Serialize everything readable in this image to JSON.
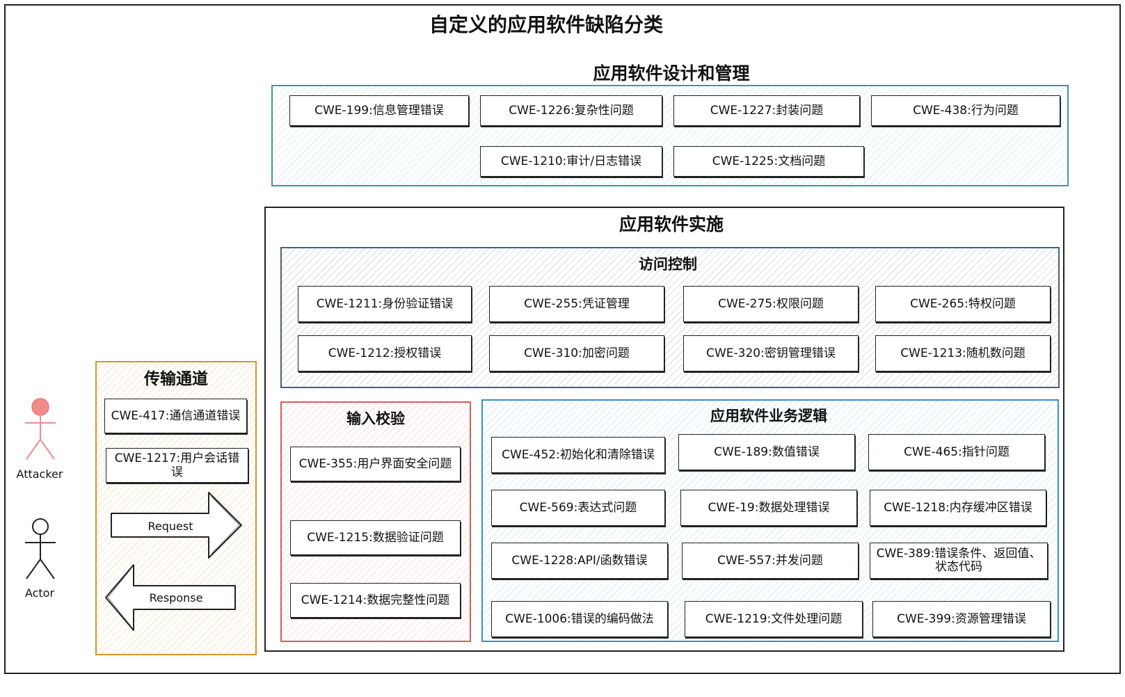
{
  "title": "自定义的应用软件缺陷分类",
  "design": {
    "title": "应用软件设计和管理",
    "items": [
      "CWE-199:信息管理错误",
      "CWE-1226:复杂性问题",
      "CWE-1227:封装问题",
      "CWE-438:行为问题",
      "CWE-1210:审计/日志错误",
      "CWE-1225:文档问题"
    ]
  },
  "impl": {
    "title": "应用软件实施",
    "access": {
      "title": "访问控制",
      "items": [
        "CWE-1211:身份验证错误",
        "CWE-255:凭证管理",
        "CWE-275:权限问题",
        "CWE-265:特权问题",
        "CWE-1212:授权错误",
        "CWE-310:加密问题",
        "CWE-320:密钥管理错误",
        "CWE-1213:随机数问题"
      ]
    },
    "input": {
      "title": "输入校验",
      "items": [
        "CWE-355:用户界面安全问题",
        "CWE-1215:数据验证问题",
        "CWE-1214:数据完整性问题"
      ]
    },
    "business": {
      "title": "应用软件业务逻辑",
      "items": [
        "CWE-452:初始化和清除错误",
        "CWE-189:数值错误",
        "CWE-465:指针问题",
        "CWE-569:表达式问题",
        "CWE-19:数据处理错误",
        "CWE-1218:内存缓冲区错误",
        "CWE-1228:API/函数错误",
        "CWE-557:并发问题",
        "CWE-389:错误条件、返回值、状态代码",
        "CWE-1006:错误的编码做法",
        "CWE-1219:文件处理问题",
        "CWE-399:资源管理错误"
      ]
    }
  },
  "transport": {
    "title": "传输通道",
    "items": [
      "CWE-417:通信通道错误",
      "CWE-1217:用户会话错误"
    ],
    "request": "Request",
    "response": "Response"
  },
  "actors": {
    "attacker": "Attacker",
    "actor": "Actor"
  },
  "colors": {
    "design": "#3d9a96",
    "access": "#4a5e7a",
    "transport": "#d4952d",
    "input": "#d65c5c",
    "business": "#3b8fbf",
    "attacker_fill": "#f28b8b"
  }
}
